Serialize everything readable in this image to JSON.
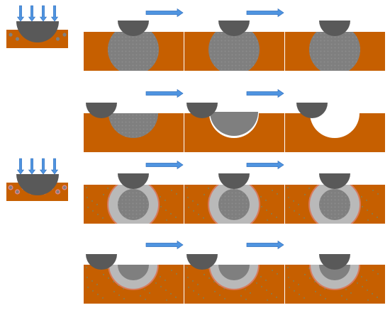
{
  "colors": {
    "background": "#ffffff",
    "substrate": "#c65f00",
    "substrate_edge": "#a84f00",
    "tool": "#595959",
    "particle": "#7f7f7f",
    "particle_dots": "#8f8f8f",
    "coating_outer": "#d9a3b1",
    "coating_inner": "#b9b9b9",
    "coating_pink": "#e88fa8",
    "arrow": "#4f94e0",
    "arrow_edge": "#2f6fbf",
    "contaminant": "#6d8a70"
  },
  "icons": {
    "process_arrow": "right-arrow-icon",
    "press_arrow": "down-arrow-icon",
    "tool": "indenter-icon"
  },
  "diagram": {
    "rows": [
      {
        "id": "row-1",
        "has_inset": true,
        "coated": false,
        "stages": [
          "deep",
          "deep",
          "deep"
        ]
      },
      {
        "id": "row-2",
        "has_inset": false,
        "coated": false,
        "stages": [
          "half",
          "half-pull",
          "empty"
        ]
      },
      {
        "id": "row-3",
        "has_inset": true,
        "coated": true,
        "stages": [
          "deep",
          "deep",
          "deep"
        ]
      },
      {
        "id": "row-4",
        "has_inset": false,
        "coated": true,
        "stages": [
          "half",
          "half",
          "half"
        ]
      }
    ]
  }
}
